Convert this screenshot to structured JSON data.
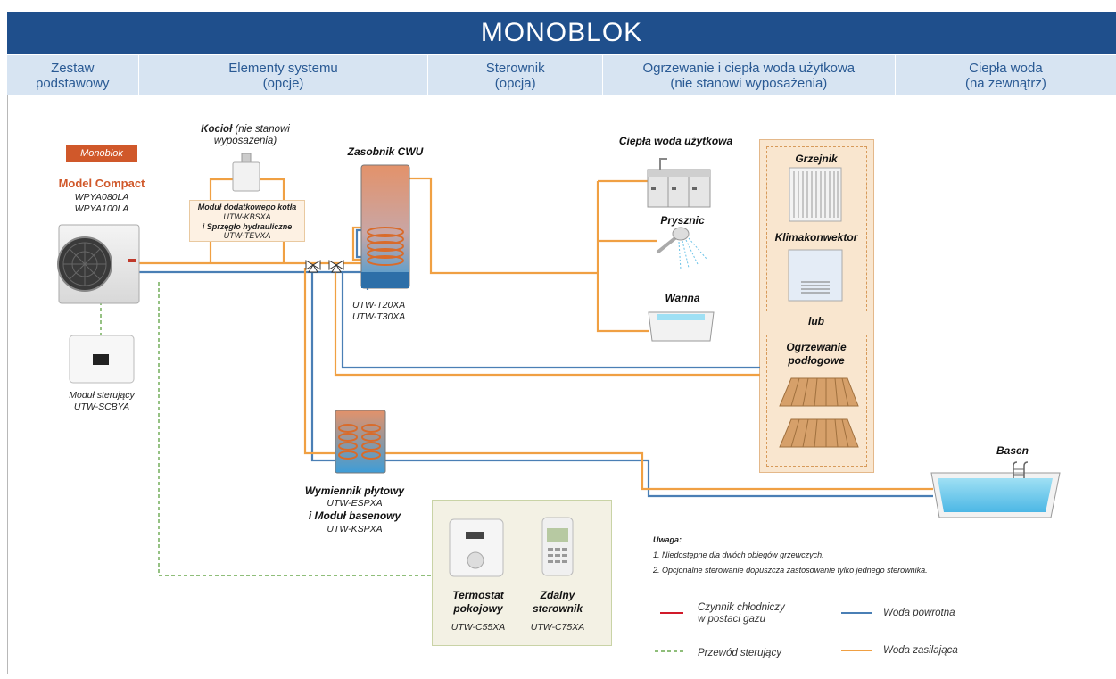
{
  "title": "MONOBLOK",
  "columns": [
    {
      "line1": "Zestaw",
      "line2": "podstawowy"
    },
    {
      "line1": "Elementy systemu",
      "line2": "(opcje)"
    },
    {
      "line1": "Sterownik",
      "line2": "(opcja)"
    },
    {
      "line1": "Ogrzewanie i ciepła woda użytkowa",
      "line2": "(nie stanowi wyposażenia)"
    },
    {
      "line1": "Ciepła woda",
      "line2": "(na zewnątrz)"
    }
  ],
  "outdoor": {
    "badge": "Monoblok",
    "model_title": "Model Compact",
    "model_code_1": "WPYA080LA",
    "model_code_2": "WPYA100LA"
  },
  "control_module": {
    "name": "Moduł sterujący",
    "code": "UTW-SCBYA"
  },
  "boiler": {
    "name_bold": "Kocioł",
    "name_rest": " (nie stanowi",
    "line2": "wyposażenia)"
  },
  "boiler_kit": {
    "line1": "Moduł dodatkowego kotła",
    "line2": "UTW-KBSXA",
    "line3": "i Sprzęgło hydrauliczne",
    "line4": "UTW-TEVXA"
  },
  "tank": {
    "name": "Zasobnik CWU",
    "code_1": "UTW-T20XA",
    "code_2": "UTW-T30XA"
  },
  "exchanger": {
    "name": "Wymiennik płytowy",
    "code_1": "UTW-ESPXA",
    "name_2": "i Moduł basenowy",
    "code_2": "UTW-KSPXA"
  },
  "dhw": {
    "title": "Ciepła woda użytkowa",
    "shower": "Prysznic",
    "bath": "Wanna"
  },
  "heating": {
    "radiator": "Grzejnik",
    "fancoil": "Klimakonwektor",
    "or": "lub",
    "floor_line1": "Ogrzewanie",
    "floor_line2": "podłogowe"
  },
  "pool": {
    "name": "Basen"
  },
  "controllers": {
    "thermostat_1": "Termostat",
    "thermostat_2": "pokojowy",
    "thermostat_code": "UTW-C55XA",
    "remote_1": "Zdalny",
    "remote_2": "sterownik",
    "remote_code": "UTW-C75XA"
  },
  "notes": {
    "title": "Uwaga:",
    "n1": "1. Niedostępne dla dwóch obiegów grzewczych.",
    "n2": "2. Opcjonalne sterowanie dopuszcza zastosowanie tylko jednego sterownika."
  },
  "legend": {
    "gas_1": "Czynnik chłodniczy",
    "gas_2": "w postaci gazu",
    "return": "Woda powrotna",
    "control": "Przewód sterujący",
    "supply": "Woda zasilająca"
  },
  "colors": {
    "title_bar": "#1f4f8c",
    "header_bg": "#d7e4f2",
    "supply": "#f0a043",
    "return": "#4a7fb5",
    "control": "#6aa84f",
    "refrigerant": "#d11a2a",
    "accent": "#d0582a"
  }
}
